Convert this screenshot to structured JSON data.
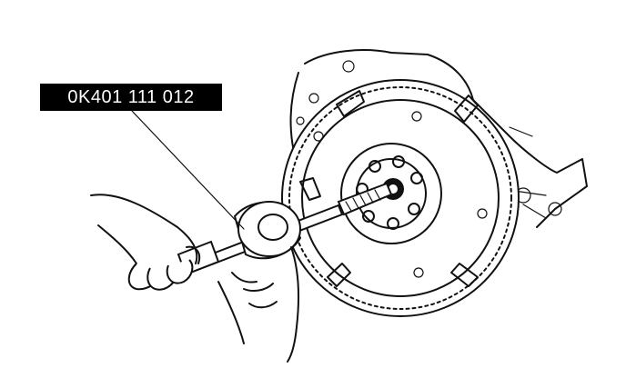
{
  "callout": {
    "part_number": "0K401 111 012"
  },
  "colors": {
    "ink": "#111111",
    "label_background": "#000000",
    "label_text": "#ffffff",
    "background": "#ffffff"
  },
  "icons": [
    "flywheel-illustration",
    "pilot-bearing-puller-tool",
    "hands-illustration"
  ]
}
